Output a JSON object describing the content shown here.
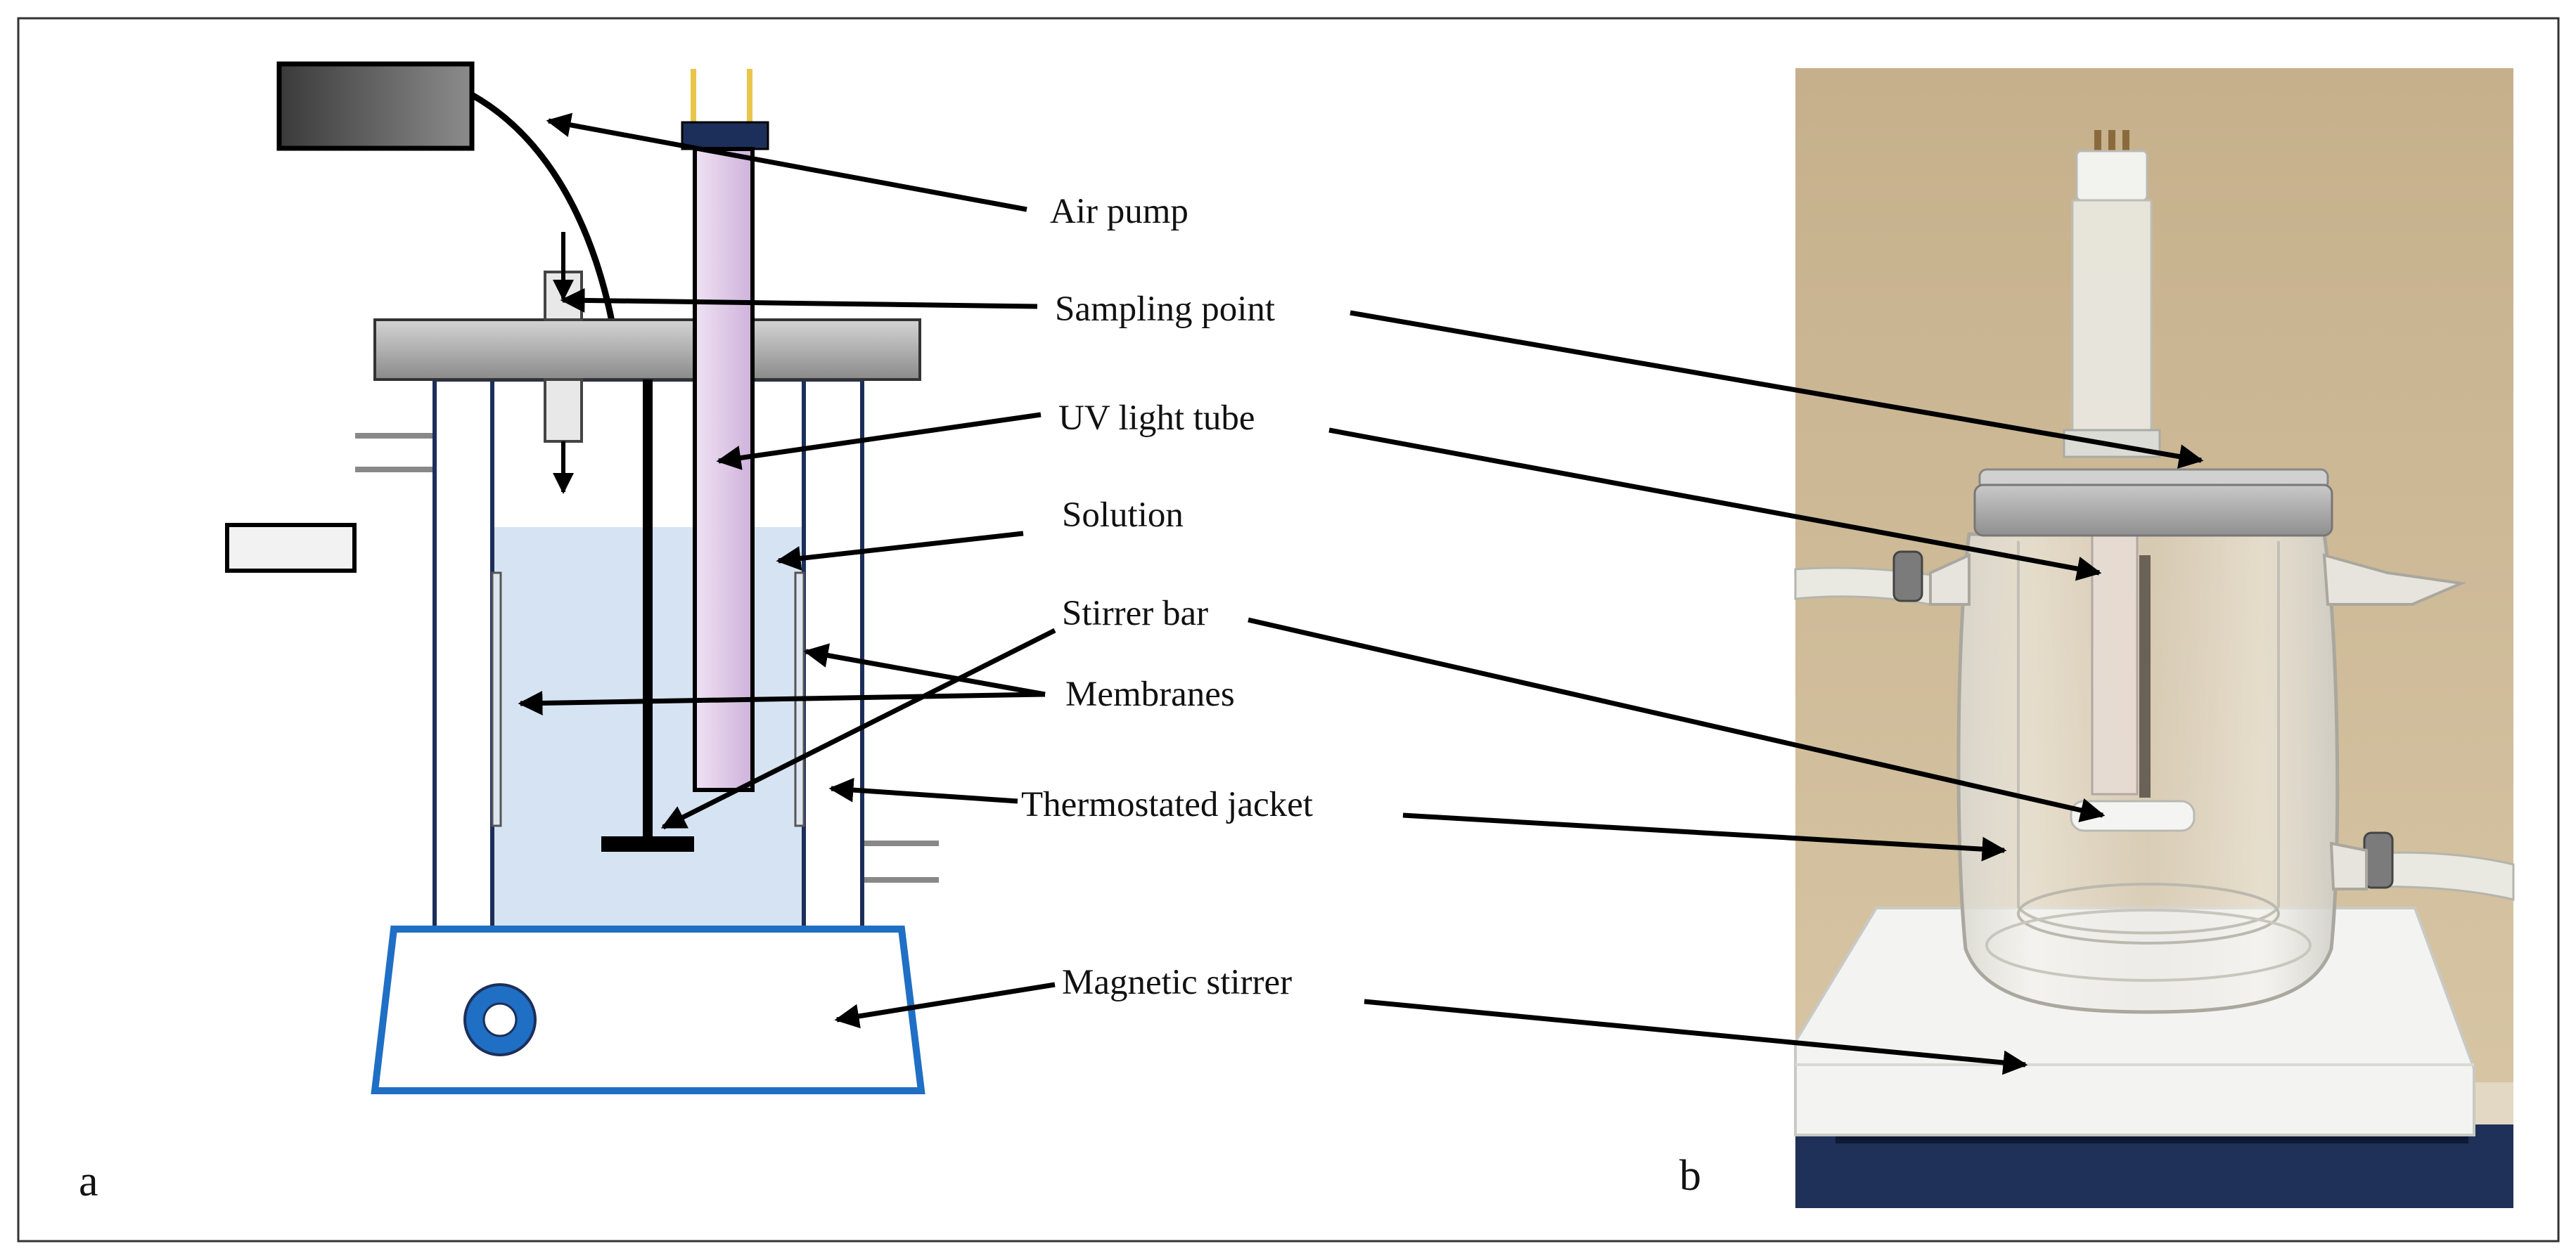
{
  "labels": {
    "air_pump": "Air pump",
    "sampling_point": "Sampling point",
    "uv_light_tube": "UV light tube",
    "solution": "Solution",
    "stirrer_bar": "Stirrer bar",
    "membranes": "Membranes",
    "thermostated_jacket": "Thermostated jacket",
    "magnetic_stirrer": "Magnetic stirrer"
  },
  "panels": {
    "a": "a",
    "b": "b"
  },
  "colors": {
    "solution": "#d6e3f2",
    "uv_tube": "#dcc6e6",
    "stirrer_outline": "#1f6fc5",
    "stirrer_knob": "#1f6fc5",
    "vessel_outline": "#1c2f5a",
    "lid": "#b8b8b8",
    "photo_wall": "#cdb896"
  }
}
